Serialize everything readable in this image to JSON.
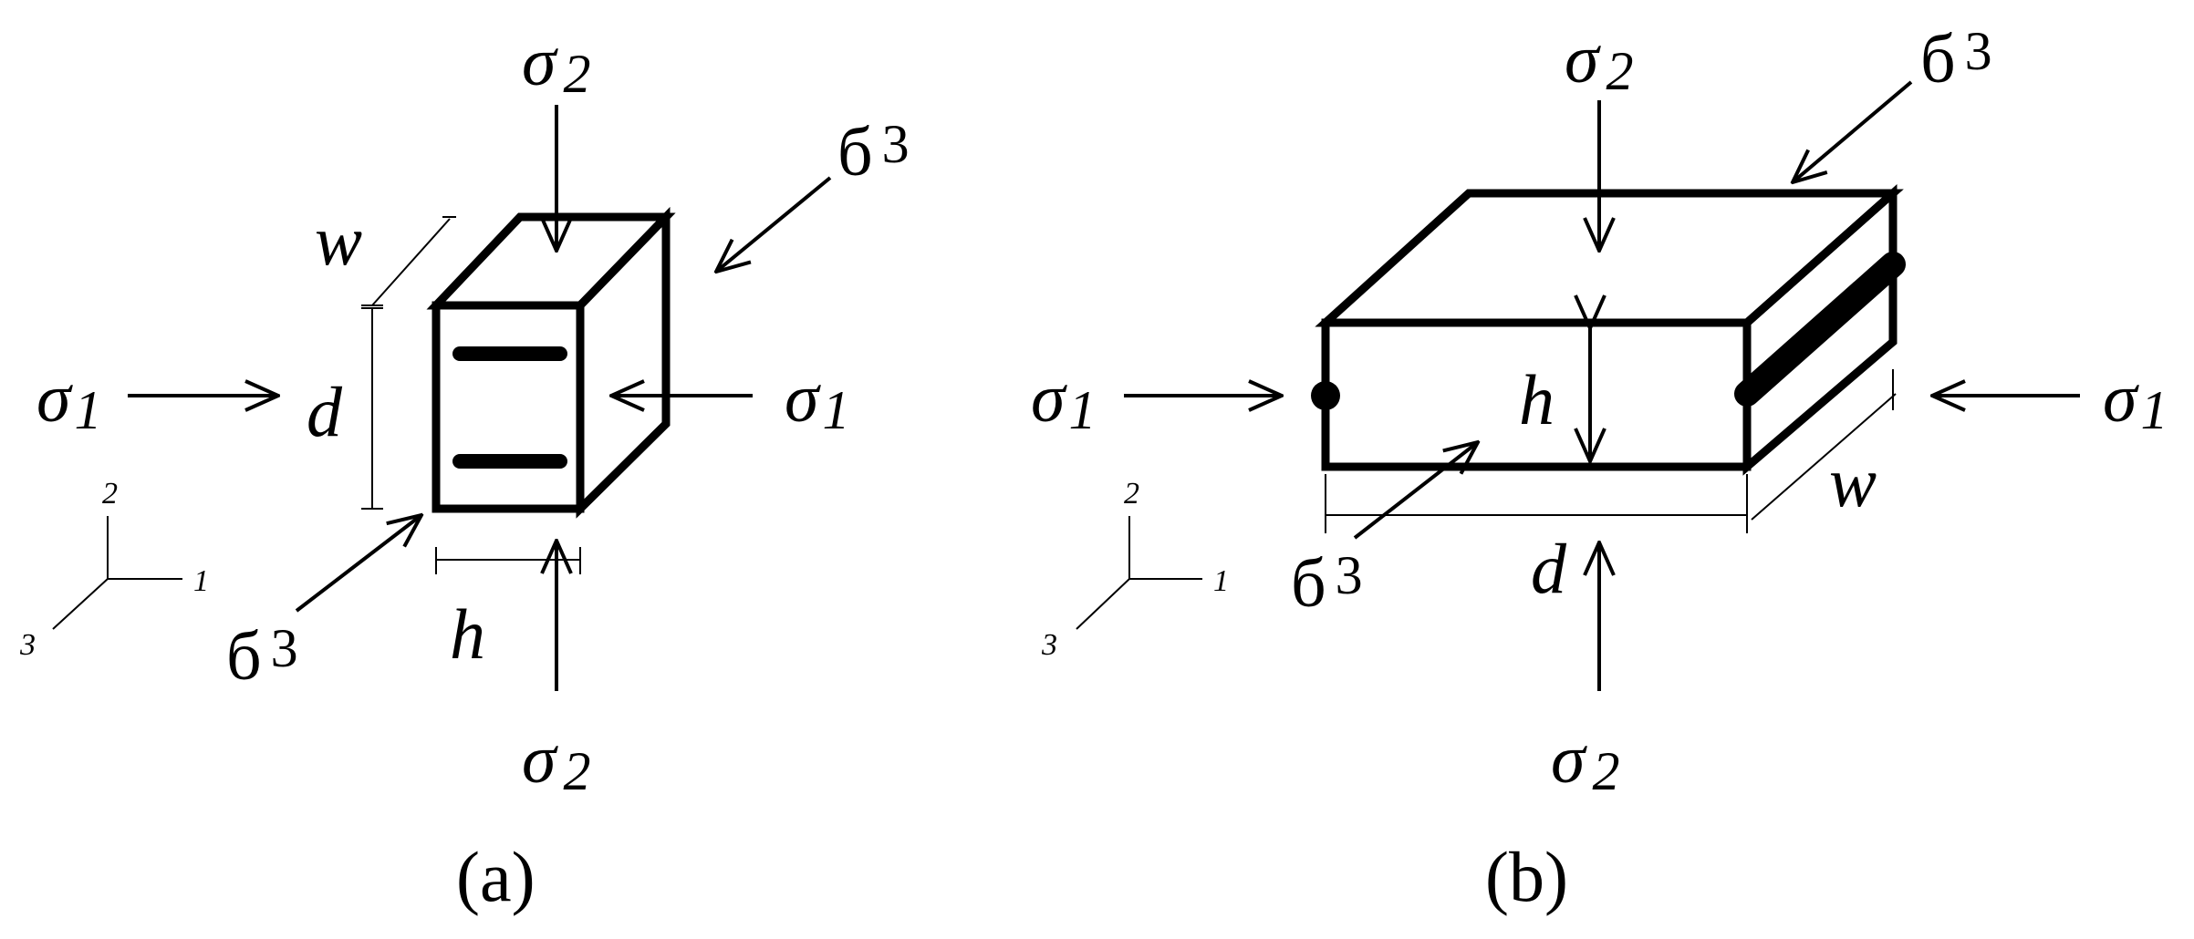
{
  "panel_a": {
    "caption": "(a)",
    "sigma1_left": "σ",
    "sigma1_left_sub": "1",
    "sigma1_right": "σ",
    "sigma1_right_sub": "1",
    "sigma2_top": "σ",
    "sigma2_top_sub": "2",
    "sigma2_bottom": "σ",
    "sigma2_bottom_sub": "2",
    "sigma3_top": "б",
    "sigma3_top_sub": "3",
    "sigma3_bottom": "б",
    "sigma3_bottom_sub": "3",
    "dim_w": "w",
    "dim_d": "d",
    "dim_h": "h",
    "axis_1": "1",
    "axis_2": "2",
    "axis_3": "3"
  },
  "panel_b": {
    "caption": "(b)",
    "sigma1_left": "σ",
    "sigma1_left_sub": "1",
    "sigma1_right": "σ",
    "sigma1_right_sub": "1",
    "sigma2_top": "σ",
    "sigma2_top_sub": "2",
    "sigma2_bottom": "σ",
    "sigma2_bottom_sub": "2",
    "sigma3_top": "б",
    "sigma3_top_sub": "3",
    "sigma3_bottom": "б",
    "sigma3_bottom_sub": "3",
    "dim_w": "w",
    "dim_d": "d",
    "dim_h": "h",
    "axis_1": "1",
    "axis_2": "2",
    "axis_3": "3"
  }
}
